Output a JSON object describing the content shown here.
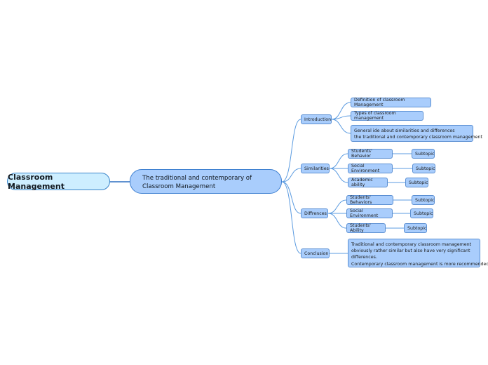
{
  "root": {
    "label": "Classroom Management"
  },
  "main_topic": {
    "lines": [
      "The traditional and contemporary of",
      "Classroom Management"
    ]
  },
  "branches": {
    "introduction": {
      "label": "Introduction",
      "children": [
        "Definition of classroom Management",
        "Types of classroom management",
        [
          "General ide about similarities and differences",
          "the traditional and contemporary classroom management"
        ]
      ]
    },
    "similarities": {
      "label": "Similarities",
      "children": [
        {
          "label": "Students' Behavior",
          "subtopic": "Subtopic"
        },
        {
          "label": "Social Environment",
          "subtopic": "Subtopic"
        },
        {
          "label": "Academic ability",
          "subtopic": "Subtopic"
        }
      ]
    },
    "differences": {
      "label": "Diffrences",
      "children": [
        {
          "label": "Students' Behaviors",
          "subtopic": "Subtopic"
        },
        {
          "label": "Social Environment",
          "subtopic": "Subtopic"
        },
        {
          "label": "Students' Ability",
          "subtopic": "Subtopic"
        }
      ]
    },
    "conclusion": {
      "label": "Conclusion",
      "text_lines": [
        "Traditional and contemporary classroom management",
        "obviously rather similar but also have very significant",
        "differences.",
        "Contemporary classroom management is more recommended"
      ]
    }
  },
  "colors": {
    "node_fill": "#a9cdfc",
    "root_fill": "#cdeeff",
    "line": "#5b9be0",
    "border": "#4a8ad0"
  }
}
